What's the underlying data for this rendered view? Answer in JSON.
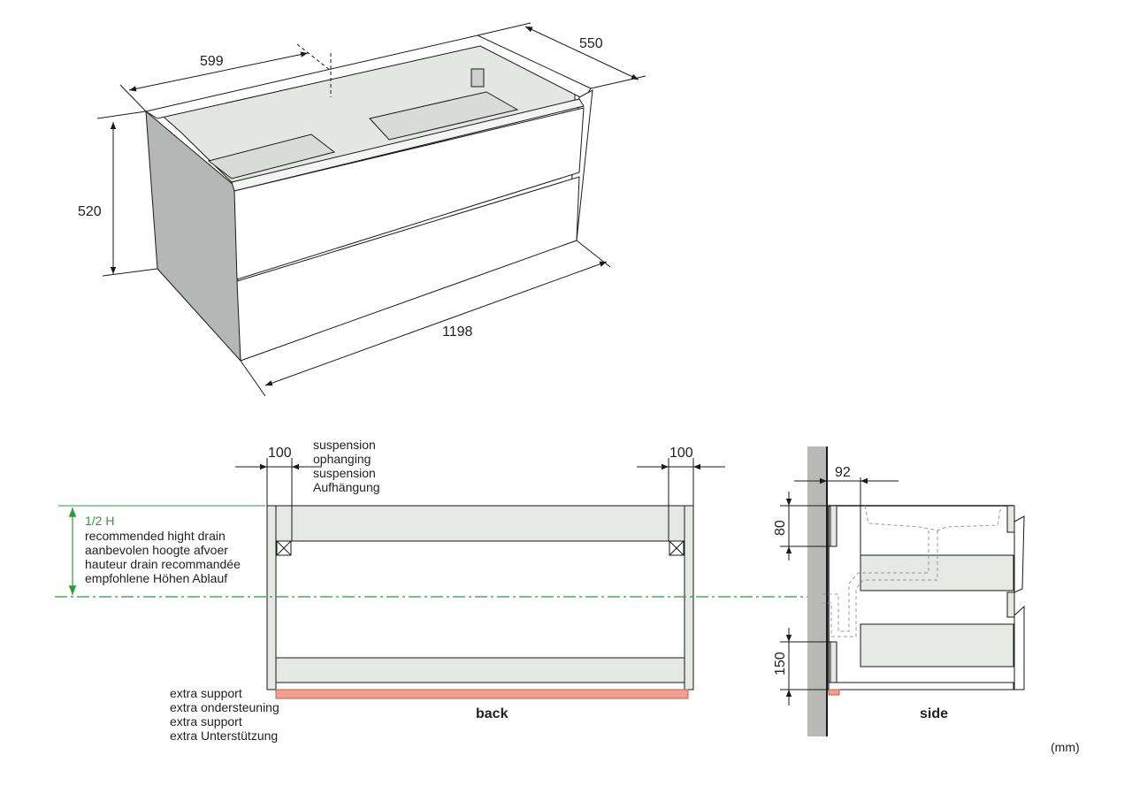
{
  "iso_view": {
    "dim_width": "599",
    "dim_depth": "550",
    "dim_height": "520",
    "dim_length": "1198"
  },
  "back_view": {
    "dim_left": "100",
    "dim_right": "100",
    "suspension_labels": [
      "suspension",
      "ophanging",
      "suspension",
      "Aufhängung"
    ],
    "drain_labels": [
      "1/2 H",
      "recommended hight drain",
      "aanbevolen hoogte afvoer",
      "hauteur drain recommandée",
      "empfohlene Höhen Ablauf"
    ],
    "support_labels": [
      "extra support",
      "extra ondersteuning",
      "extra support",
      "extra Unterstützung"
    ],
    "caption": "back"
  },
  "side_view": {
    "dim_wall": "92",
    "dim_top": "80",
    "dim_bottom": "150",
    "caption": "side"
  },
  "unit_label": "(mm)",
  "colors": {
    "line": "#1a1a1a",
    "panel_fill": "#e6e8e3",
    "side_panel": "#b5b7b6",
    "wall": "#b9bab8",
    "drain_green": "#2f9a3d",
    "support_red": "#f0a090",
    "dashed_pipe": "#9a9a9a"
  }
}
